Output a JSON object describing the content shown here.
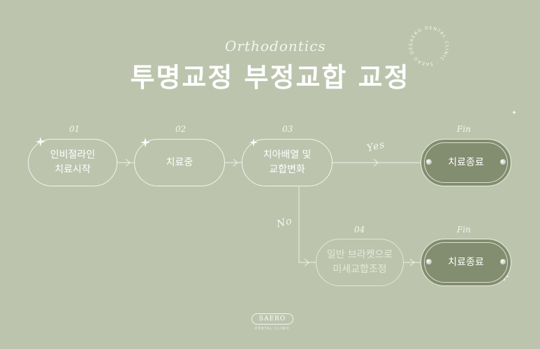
{
  "header": {
    "script_title": "Orthodontics",
    "title": "투명교정 부정교합 교정"
  },
  "badge": {
    "text": "SAERO DENTAL CLINIC"
  },
  "flow": {
    "steps": [
      {
        "number": "01",
        "line1": "인비절라인",
        "line2": "치료시작"
      },
      {
        "number": "02",
        "line1": "치료중",
        "line2": ""
      },
      {
        "number": "03",
        "line1": "치아배열 및",
        "line2": "교합변화"
      },
      {
        "number": "04",
        "line1": "일반 브라켓으로",
        "line2": "미세교합조정"
      }
    ],
    "finish": [
      {
        "tag": "Fin",
        "label": "치료종료"
      },
      {
        "tag": "Fin",
        "label": "치료종료"
      }
    ],
    "yes_label": "Yes",
    "no_label": "No"
  },
  "footer": {
    "logo": "SAERO",
    "sub": "DENTAL CLINIC"
  },
  "colors": {
    "background": "#bcc4ad",
    "finish_fill": "#838d6f",
    "line": "#f3f5ee"
  }
}
